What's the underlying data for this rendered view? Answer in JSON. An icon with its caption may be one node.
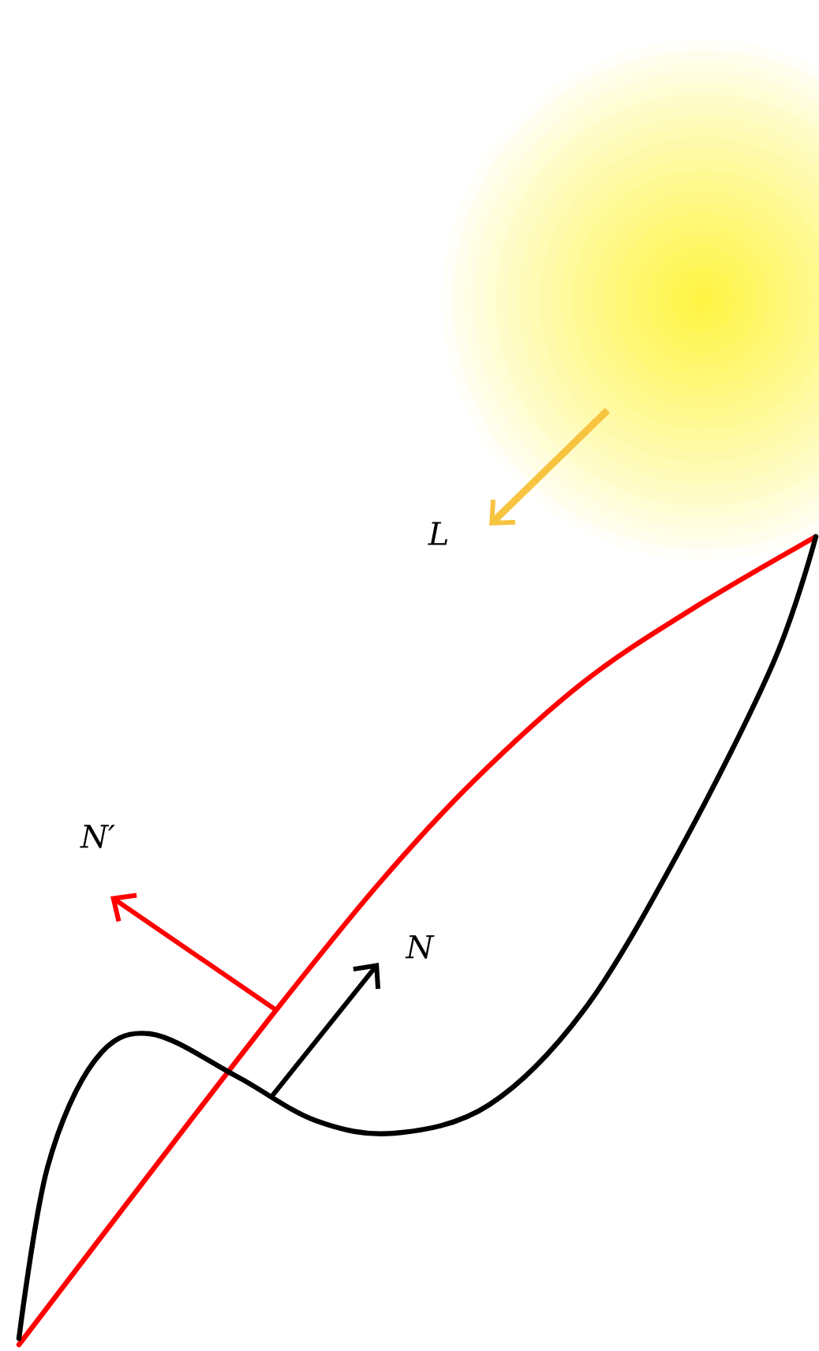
{
  "diagram": {
    "labels": [
      "L",
      "N′",
      "N"
    ]
  }
}
